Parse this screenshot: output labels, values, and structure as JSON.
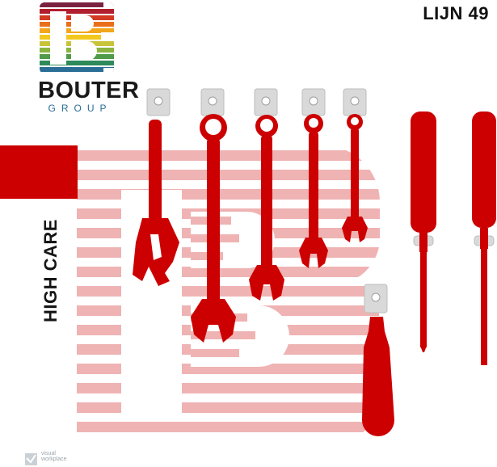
{
  "header": {
    "line_label": "LIJN 49"
  },
  "brand": {
    "name": "BOUTER",
    "subtitle": "GROUP"
  },
  "zone": {
    "label": "HIGH CARE"
  },
  "footer": {
    "vendor_line1": "visual",
    "vendor_line2": "workplace"
  },
  "colors": {
    "tool_red": "#cc0000",
    "watermark_pink": "#efb3b3",
    "brand_teal": "#2a6e96",
    "clip_grey": "#d9d9d9"
  },
  "icons": [
    "bouter-logo-icon",
    "wrench-icon",
    "screwdriver-icon",
    "wall-clip-icon",
    "visual-workplace-logo-icon"
  ]
}
